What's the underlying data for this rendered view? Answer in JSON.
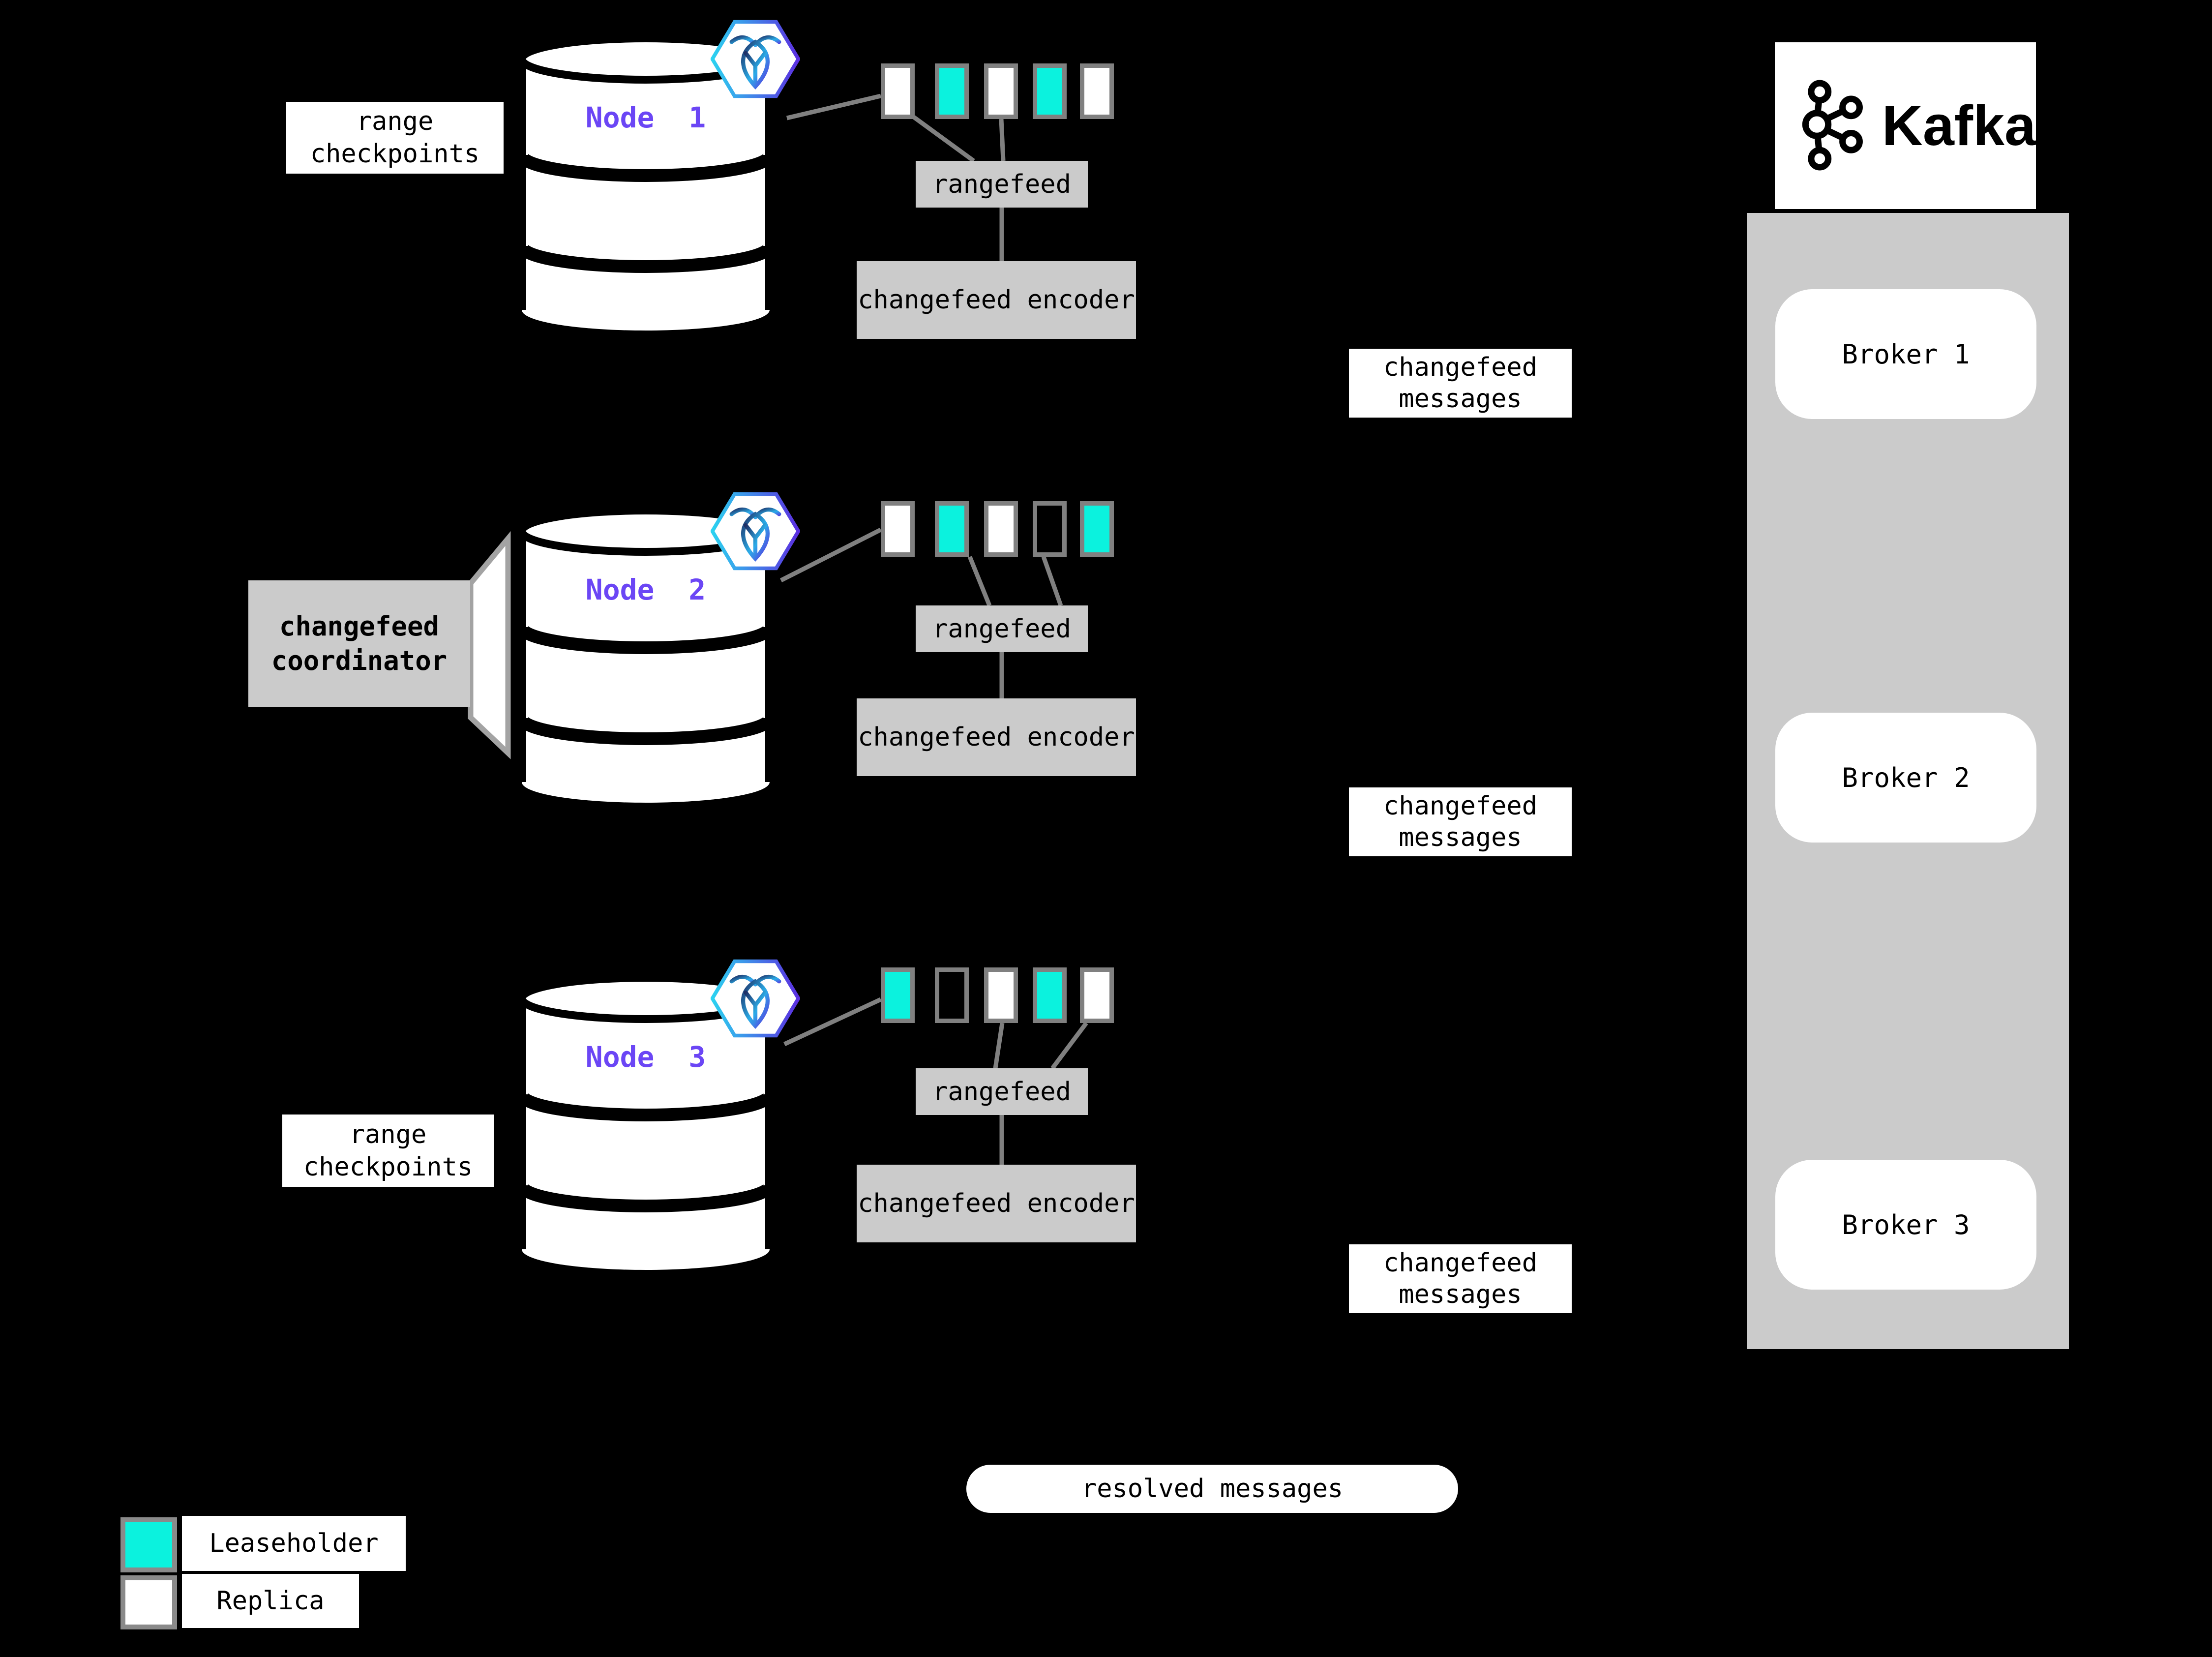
{
  "palette": {
    "background": "#000000",
    "leaseholder_cyan": "#0BF2DE",
    "node_purple": "#6B46F5",
    "box_gray": "#CBCBCB",
    "border_gray": "#808080"
  },
  "nodes": [
    {
      "name": "Node  1",
      "side_label": "range checkpoints",
      "ranges": [
        "replica",
        "leaseholder",
        "replica",
        "leaseholder",
        "replica"
      ],
      "rangefeed": "rangefeed",
      "encoder": "changefeed encoder",
      "message": "changefeed messages"
    },
    {
      "name": "Node  2",
      "side_label": "changefeed coordinator",
      "ranges": [
        "replica",
        "leaseholder",
        "replica",
        "empty",
        "leaseholder"
      ],
      "rangefeed": "rangefeed",
      "encoder": "changefeed encoder",
      "message": "changefeed messages"
    },
    {
      "name": "Node  3",
      "side_label": "range checkpoints",
      "ranges": [
        "leaseholder",
        "empty",
        "replica",
        "leaseholder",
        "replica"
      ],
      "rangefeed": "rangefeed",
      "encoder": "changefeed encoder",
      "message": "changefeed messages"
    }
  ],
  "kafka": {
    "logo_text": "Kafka",
    "brokers": [
      "Broker 1",
      "Broker 2",
      "Broker 3"
    ]
  },
  "resolved_label": "resolved messages",
  "legend": {
    "items": [
      {
        "label": "Leaseholder",
        "swatch": "leaseholder"
      },
      {
        "label": "Replica",
        "swatch": "replica"
      }
    ]
  }
}
